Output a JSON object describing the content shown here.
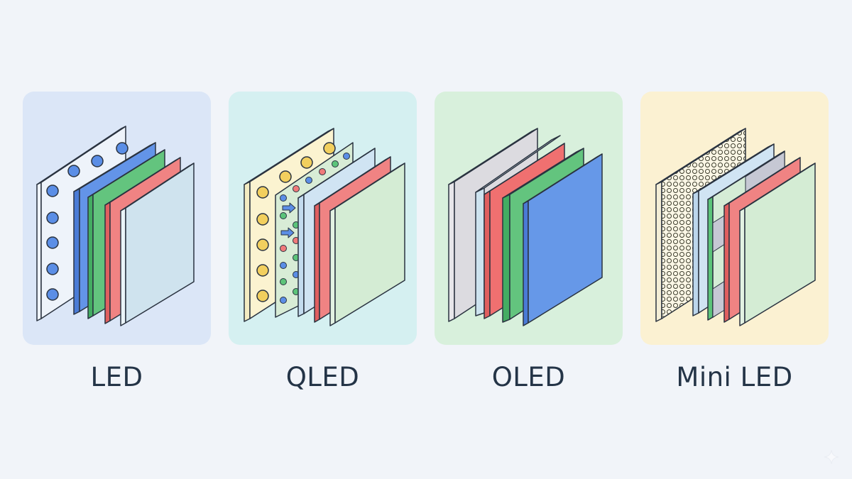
{
  "panels": [
    {
      "id": "led",
      "label": "LED",
      "bg": "#dbe6f7",
      "layers": [
        "backlight-led-board",
        "blue-layer",
        "green-layer",
        "red-layer",
        "lcd-glass"
      ]
    },
    {
      "id": "qled",
      "label": "QLED",
      "bg": "#d5f0f1",
      "layers": [
        "yellow-backlight-board",
        "quantum-dot-film",
        "diffuser-layer",
        "red-layer",
        "green-glass"
      ]
    },
    {
      "id": "oled",
      "label": "OLED",
      "bg": "#d8f0dc",
      "layers": [
        "gray-back-layer",
        "light-blue-layer",
        "red-layer",
        "green-layer",
        "blue-layer"
      ]
    },
    {
      "id": "miniled",
      "label": "Mini LED",
      "bg": "#fbf1d2",
      "layers": [
        "mini-led-dot-matrix",
        "light-blue-layer",
        "local-dimming-zones",
        "red-layer",
        "green-glass"
      ]
    }
  ],
  "colors": {
    "blue": "#5b8ee6",
    "green": "#5cc47a",
    "red": "#f07a7a",
    "outline": "#2a3340",
    "text": "#243447"
  }
}
